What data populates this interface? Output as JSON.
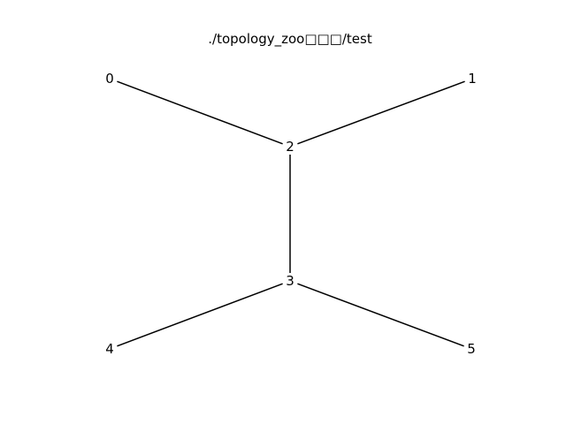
{
  "figure": {
    "title": "./topology_zoo□□□/test",
    "colors": {
      "background": "#ffffff",
      "edge": "#000000",
      "text": "#000000"
    }
  },
  "graph": {
    "nodes": [
      {
        "id": "0",
        "label": "0"
      },
      {
        "id": "1",
        "label": "1"
      },
      {
        "id": "2",
        "label": "2"
      },
      {
        "id": "3",
        "label": "3"
      },
      {
        "id": "4",
        "label": "4"
      },
      {
        "id": "5",
        "label": "5"
      }
    ],
    "edges": [
      {
        "source": "0",
        "target": "2"
      },
      {
        "source": "1",
        "target": "2"
      },
      {
        "source": "2",
        "target": "3"
      },
      {
        "source": "3",
        "target": "4"
      },
      {
        "source": "3",
        "target": "5"
      }
    ]
  }
}
